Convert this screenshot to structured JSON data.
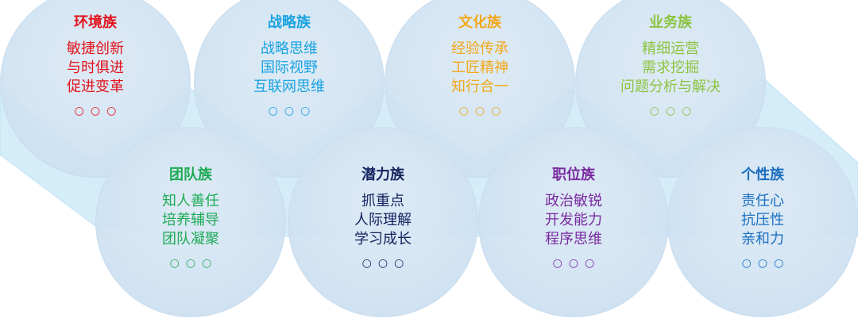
{
  "families": [
    {
      "key": "environment",
      "title": "环境族",
      "items": [
        "敏捷创新",
        "与时俱进",
        "促进变革"
      ],
      "dots": "○○○",
      "color": "#e3121b"
    },
    {
      "key": "strategy",
      "title": "战略族",
      "items": [
        "战略思维",
        "国际视野",
        "互联网思维"
      ],
      "dots": "○○○",
      "color": "#1aa3e0"
    },
    {
      "key": "culture",
      "title": "文化族",
      "items": [
        "经验传承",
        "工匠精神",
        "知行合一"
      ],
      "dots": "○○○",
      "color": "#f3a81b"
    },
    {
      "key": "business",
      "title": "业务族",
      "items": [
        "精细运营",
        "需求挖掘",
        "问题分析与解决"
      ],
      "dots": "○○○",
      "color": "#8cc43f"
    },
    {
      "key": "team",
      "title": "团队族",
      "items": [
        "知人善任",
        "培养辅导",
        "团队凝聚"
      ],
      "dots": "○○○",
      "color": "#1eaa55"
    },
    {
      "key": "potential",
      "title": "潜力族",
      "items": [
        "抓重点",
        "人际理解",
        "学习成长"
      ],
      "dots": "○○○",
      "color": "#13235e"
    },
    {
      "key": "position",
      "title": "职位族",
      "items": [
        "政治敏锐",
        "开发能力",
        "程序思维"
      ],
      "dots": "○○○",
      "color": "#7a2aa0"
    },
    {
      "key": "personality",
      "title": "个性族",
      "items": [
        "责任心",
        "抗压性",
        "亲和力"
      ],
      "dots": "○○○",
      "color": "#1b6dbf"
    }
  ],
  "colors": {
    "band": "#cdeaf8",
    "band_edge": "#b6def3",
    "circle": "#d4e5f3"
  }
}
